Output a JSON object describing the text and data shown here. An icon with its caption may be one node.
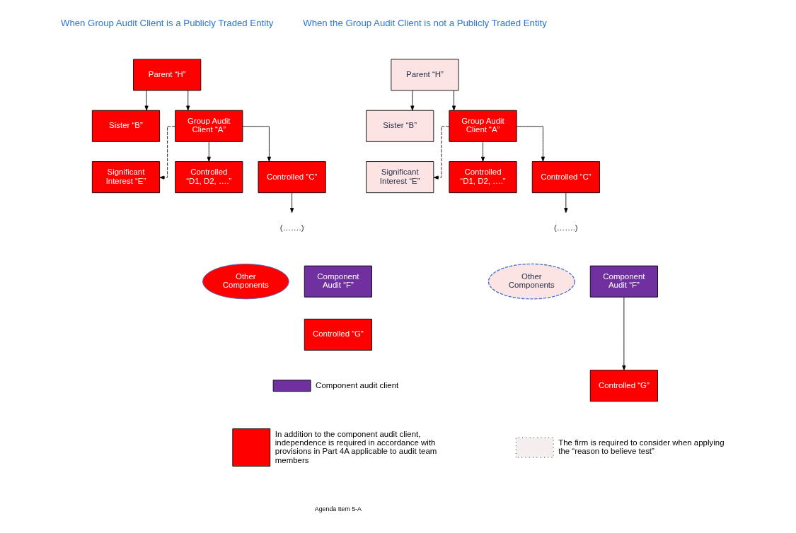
{
  "diagram": {
    "nodes": [
      {
        "text": [
          "Parent “H”"
        ]
      },
      {
        "text": [
          "Sister “B”"
        ]
      },
      {
        "text": [
          "Group Audit Client “A”"
        ]
      },
      {
        "text": [
          "Significant Interest “E”"
        ]
      },
      {
        "text": [
          "Controlled “D1, D2, ….”"
        ]
      },
      {
        "text": [
          "Controlled “C”"
        ]
      },
      {
        "text": [
          "(…….)"
        ]
      },
      {
        "text": [
          "Other Components"
        ]
      },
      {
        "text": [
          "Component Audit “F”"
        ]
      },
      {
        "text": [
          "Controlled “G”"
        ]
      },
      {
        "text": [
          "Parent “H”"
        ]
      },
      {
        "text": [
          "Sister “B”"
        ]
      },
      {
        "text": [
          "Group Audit Client “A”"
        ]
      },
      {
        "text": [
          "Significant Interest “E”"
        ]
      },
      {
        "text": [
          "Controlled “D1, D2, ….”"
        ]
      },
      {
        "text": [
          "Controlled “C”"
        ]
      },
      {
        "text": [
          "(…….)"
        ]
      },
      {
        "text": [
          "Other Components"
        ]
      },
      {
        "text": [
          "Component Audit “F”"
        ]
      },
      {
        "text": [
          "Controlled “G”"
        ]
      }
    ],
    "edges": [
      {
        "from": 0,
        "to": 1,
        "arrow": "to"
      },
      {
        "from": 0,
        "to": 2,
        "arrow": "to"
      },
      {
        "from": 2,
        "to": 3,
        "arrow": "to",
        "style": "dashed"
      },
      {
        "from": 2,
        "to": 4,
        "arrow": "to"
      },
      {
        "from": 2,
        "to": 5,
        "arrow": "to"
      },
      {
        "from": 5,
        "to": 6,
        "arrow": "to"
      },
      {
        "from": 10,
        "to": 11,
        "arrow": "to"
      },
      {
        "from": 10,
        "to": 12,
        "arrow": "to"
      },
      {
        "from": 12,
        "to": 13,
        "arrow": "to",
        "style": "dashed"
      },
      {
        "from": 12,
        "to": 14,
        "arrow": "to"
      },
      {
        "from": 12,
        "to": 15,
        "arrow": "to"
      },
      {
        "from": 15,
        "to": 16,
        "arrow": "to"
      },
      {
        "from": 18,
        "to": 19,
        "arrow": "to"
      }
    ],
    "labels": [
      "When Group Audit Client is a Publicly Traded Entity",
      "When the Group Audit Client is not a Publicly Traded Entity",
      "Agenda Item 5-A"
    ],
    "legend": [
      {
        "text": "Component audit client",
        "color": "#7030a0"
      },
      {
        "text": "In addition to the component audit client, independence is required in accordance with provisions in Part 4A applicable to audit team members",
        "color": "#ff0000"
      },
      {
        "text": "The firm is required to consider when applying the “reason to believe test”"
      }
    ]
  }
}
